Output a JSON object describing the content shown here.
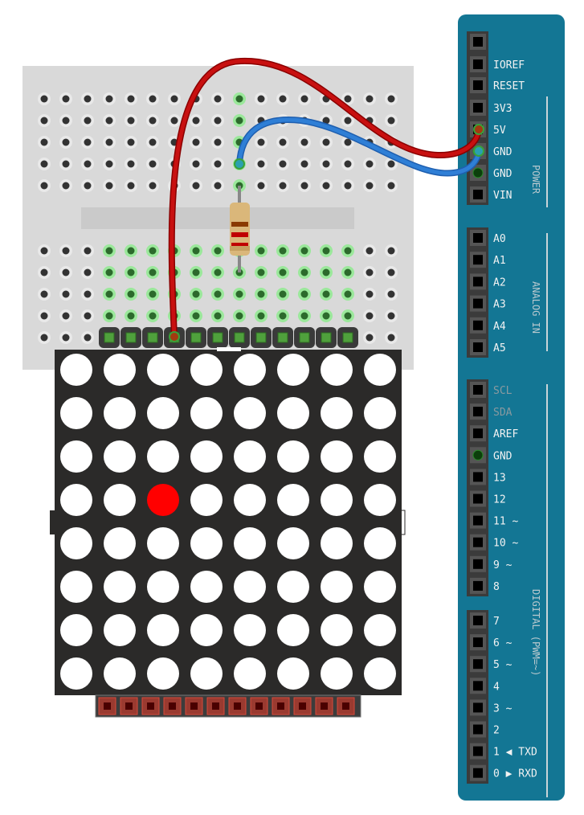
{
  "arduino": {
    "power_label": "POWER",
    "analog_label": "ANALOG IN",
    "digital_label": "DIGITAL (PWM=~)",
    "power_pins": [
      "",
      "IOREF",
      "RESET",
      "3V3",
      "5V",
      "GND",
      "GND",
      "VIN"
    ],
    "analog_pins": [
      "A0",
      "A1",
      "A2",
      "A3",
      "A4",
      "A5"
    ],
    "digital_pins_high": [
      "SCL",
      "SDA",
      "AREF",
      "GND",
      "13",
      "12",
      "11 ~",
      "10 ~",
      "9 ~",
      "8"
    ],
    "digital_pins_low": [
      "7",
      "6 ~",
      "5 ~",
      "4",
      "3 ~",
      "2",
      "1 ◀ TXD",
      "0 ▶ RXD"
    ],
    "connected_pins": [
      "5V",
      "GND"
    ],
    "board_color": "#137694"
  },
  "breadboard": {
    "columns": 17,
    "rows_per_half": 5,
    "color": "#d9d9d9"
  },
  "led_matrix": {
    "rows": 8,
    "cols": 8,
    "lit": [
      {
        "row": 3,
        "col": 2
      }
    ],
    "lit_color": "#ff0000",
    "off_color": "#ffffff",
    "header_pins": 12
  },
  "wires": [
    {
      "name": "red-wire",
      "color": "#c81010",
      "from": "breadboard",
      "to": "5V"
    },
    {
      "name": "blue-wire",
      "color": "#2f7fd6",
      "from": "breadboard",
      "to": "GND"
    }
  ],
  "resistor": {
    "bands": [
      "#8a3a00",
      "#c00000",
      "#c00000"
    ]
  }
}
